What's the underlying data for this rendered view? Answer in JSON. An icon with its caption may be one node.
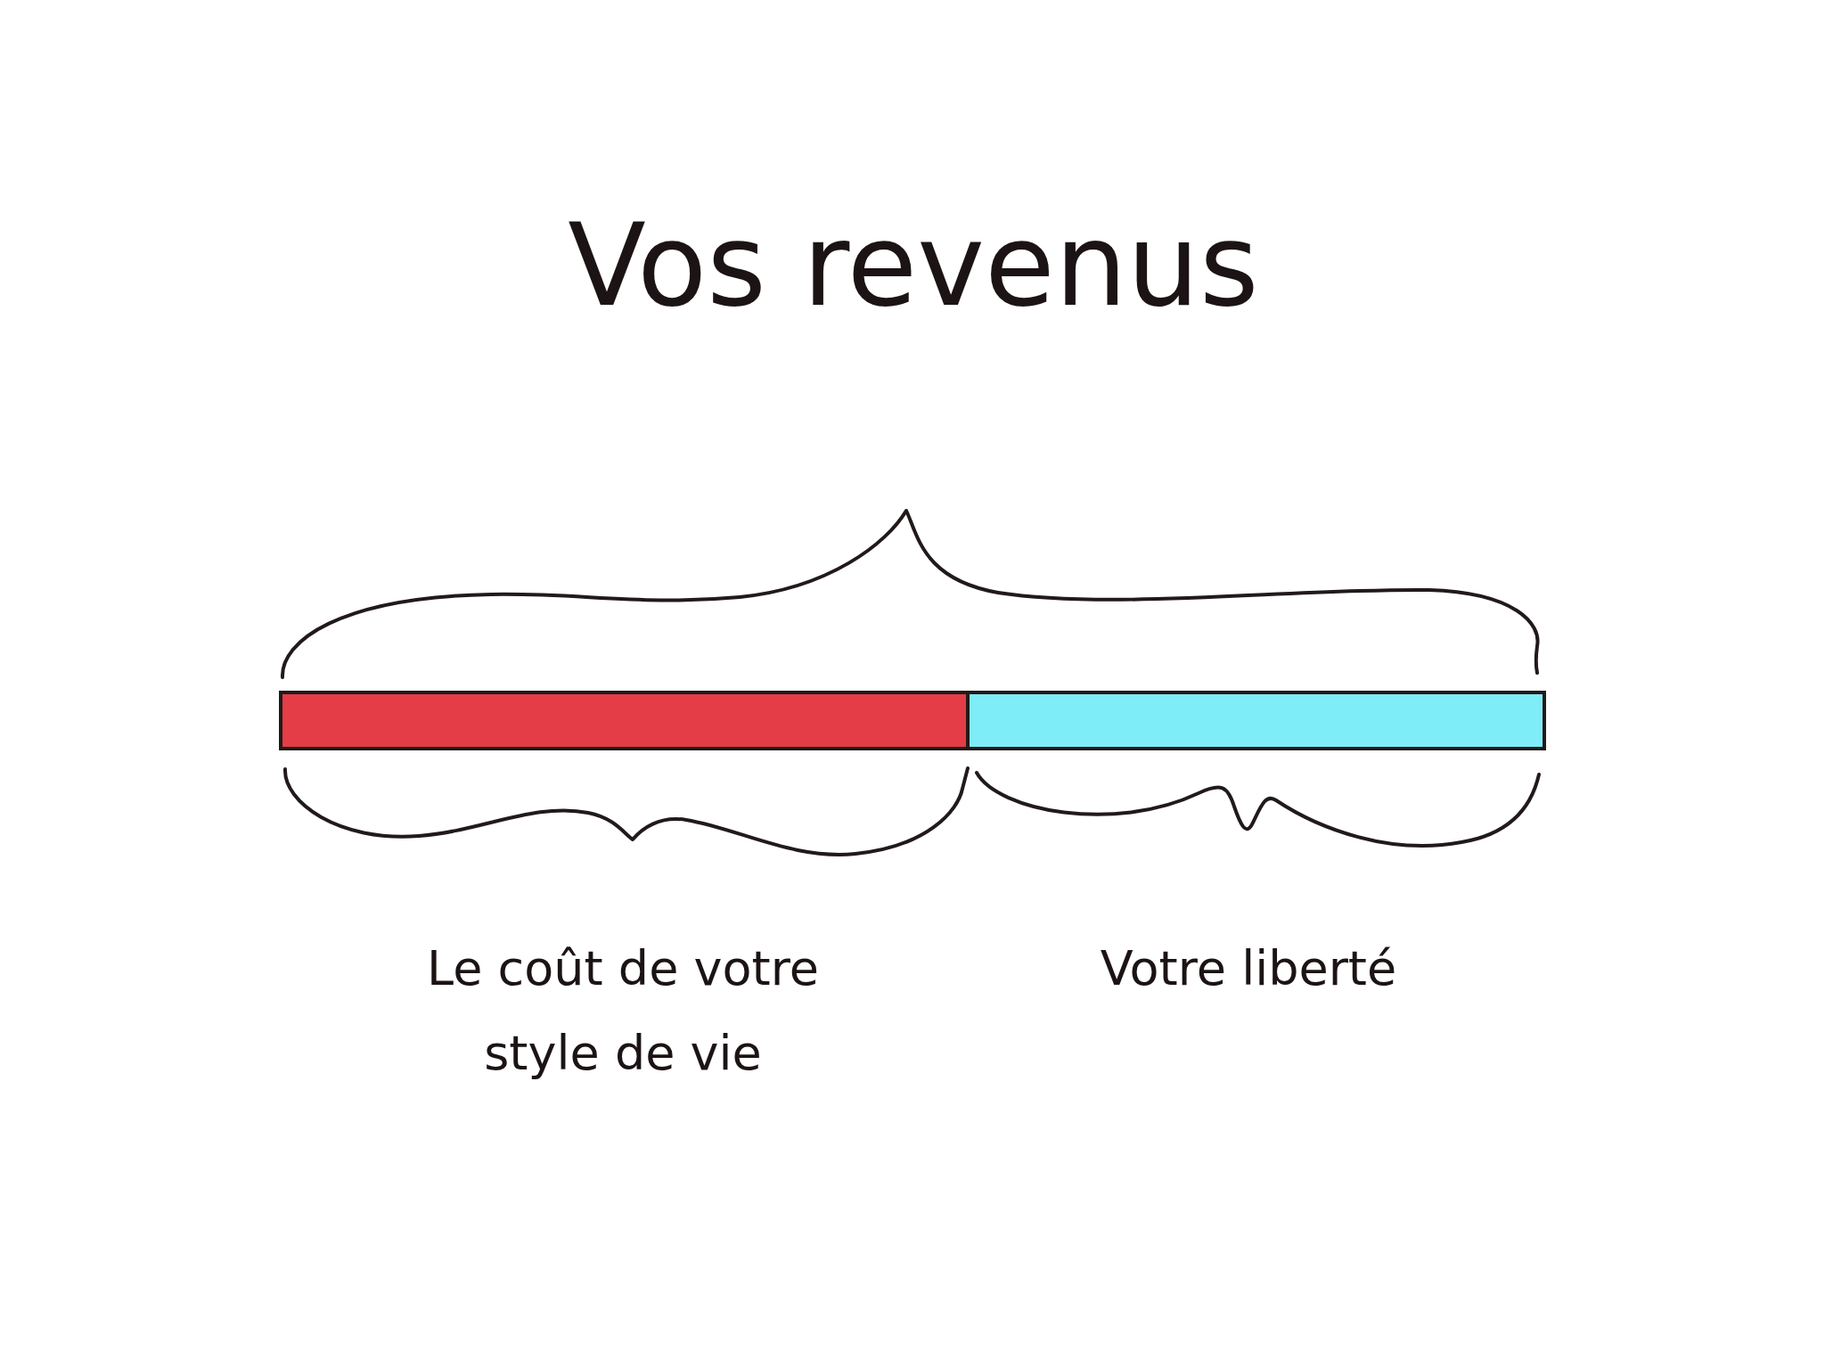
{
  "diagram": {
    "title": "Vos revenus",
    "nodes": [
      {
        "text": [],
        "shape": "bar"
      },
      {
        "text": [],
        "shape": "bar"
      }
    ],
    "labels": [
      "Le coût de votre style de vie",
      "Votre liberté"
    ]
  }
}
